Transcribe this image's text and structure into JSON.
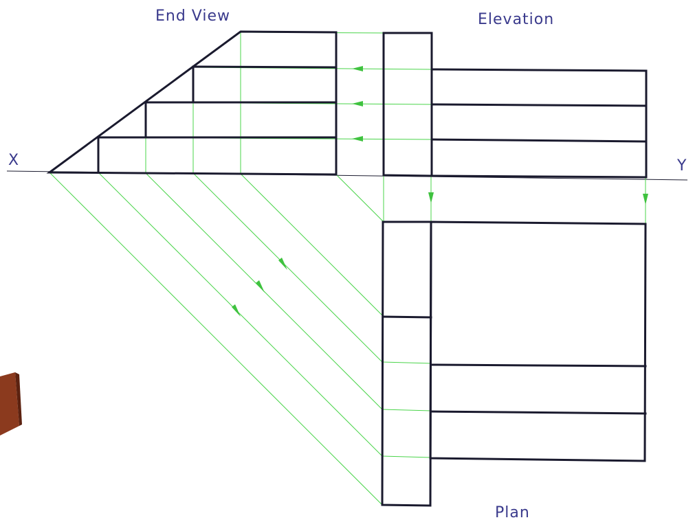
{
  "labels": {
    "end_view": "End View",
    "elevation": "Elevation",
    "plan": "Plan",
    "x": "X",
    "y": "Y"
  },
  "colors": {
    "object_lines": "#1a1a2e",
    "projection_lines": "#49d449",
    "arrows": "#3fc23f",
    "text": "#3a3a8c",
    "box_front": "#8b3a1e",
    "box_side": "#5c2210"
  }
}
